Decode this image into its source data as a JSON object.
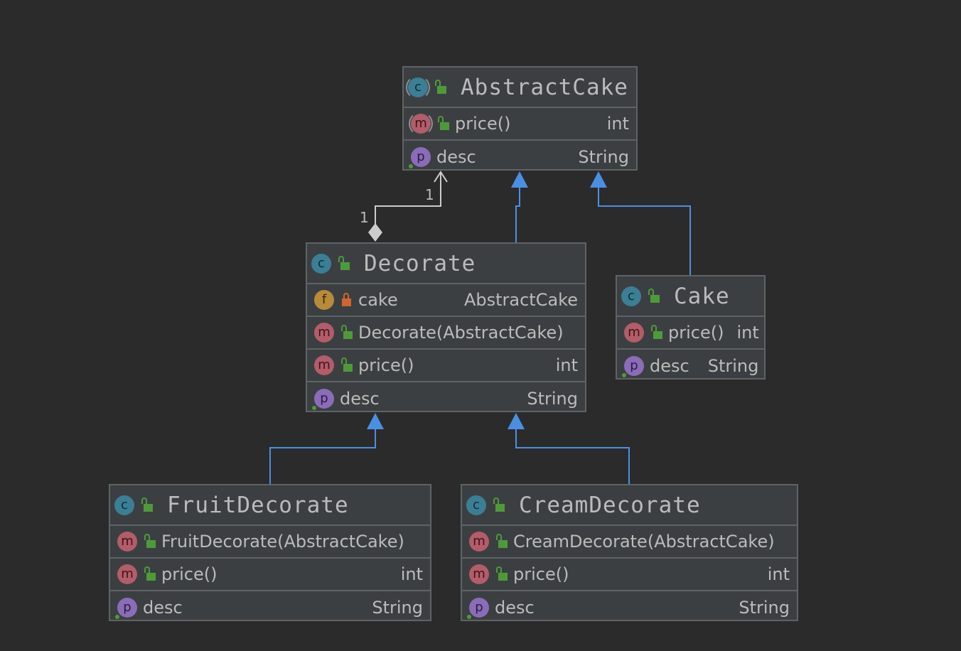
{
  "classes": {
    "abstract_cake": {
      "name": "AbstractCake",
      "rows": [
        {
          "label": "price()",
          "type": "int"
        },
        {
          "label": "desc",
          "type": "String"
        }
      ]
    },
    "decorate": {
      "name": "Decorate",
      "rows": [
        {
          "label": "cake",
          "type": "AbstractCake"
        },
        {
          "label": "Decorate(AbstractCake)",
          "type": ""
        },
        {
          "label": "price()",
          "type": "int"
        },
        {
          "label": "desc",
          "type": "String"
        }
      ]
    },
    "cake": {
      "name": "Cake",
      "rows": [
        {
          "label": "price()",
          "type": "int"
        },
        {
          "label": "desc",
          "type": "String"
        }
      ]
    },
    "fruit_decorate": {
      "name": "FruitDecorate",
      "rows": [
        {
          "label": "FruitDecorate(AbstractCake)",
          "type": ""
        },
        {
          "label": "price()",
          "type": "int"
        },
        {
          "label": "desc",
          "type": "String"
        }
      ]
    },
    "cream_decorate": {
      "name": "CreamDecorate",
      "rows": [
        {
          "label": "CreamDecorate(AbstractCake)",
          "type": ""
        },
        {
          "label": "price()",
          "type": "int"
        },
        {
          "label": "desc",
          "type": "String"
        }
      ]
    }
  },
  "badges": {
    "class": "c",
    "method": "m",
    "property": "p",
    "field": "f"
  },
  "multiplicities": {
    "target": "1",
    "source": "1"
  },
  "colors": {
    "background": "#2b2b2b",
    "node_fill": "#3c3f41",
    "node_border": "#5f6366",
    "text": "#bbbbbb",
    "inheritance": "#4a90e2",
    "association": "#cccccc",
    "public_lock": "#4e9a3a",
    "private_lock": "#d2642d"
  }
}
